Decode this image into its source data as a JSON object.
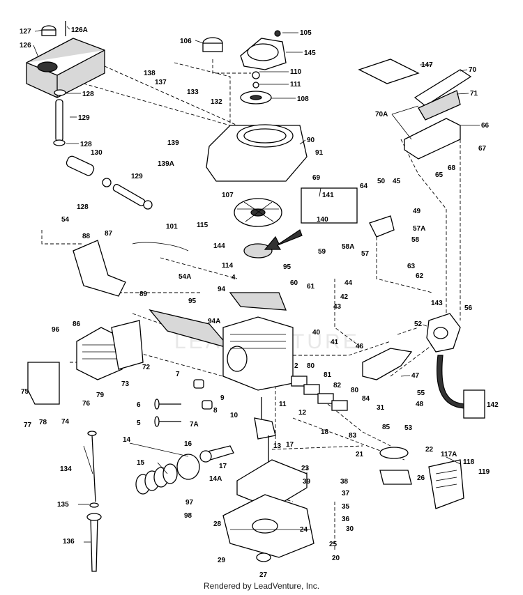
{
  "footer": "Rendered by LeadVenture, Inc.",
  "watermark": "LEADVENTURE",
  "labels": [
    "127",
    "126A",
    "126",
    "128",
    "129",
    "128",
    "130",
    "129",
    "128",
    "54",
    "88",
    "87",
    "101",
    "115",
    "144",
    "89",
    "96",
    "86",
    "72",
    "73",
    "76",
    "79",
    "74",
    "77",
    "78",
    "75",
    "106",
    "105",
    "145",
    "138",
    "137",
    "110",
    "111",
    "108",
    "133",
    "132",
    "139",
    "139A",
    "90",
    "91",
    "107",
    "69",
    "141",
    "140",
    "114",
    "4",
    "95",
    "54A",
    "94",
    "95",
    "94A",
    "60",
    "61",
    "44",
    "42",
    "43",
    "59",
    "40",
    "41",
    "7",
    "9",
    "8",
    "6",
    "5",
    "7A",
    "10",
    "11",
    "12",
    "2",
    "80",
    "81",
    "82",
    "80",
    "84",
    "83",
    "85",
    "18",
    "13",
    "17",
    "14",
    "16",
    "15",
    "17",
    "14A",
    "97",
    "98",
    "134",
    "135",
    "136",
    "28",
    "23",
    "39",
    "38",
    "37",
    "35",
    "36",
    "30",
    "24",
    "29",
    "27",
    "25",
    "20",
    "21",
    "22",
    "26",
    "117A",
    "118",
    "119",
    "147",
    "70",
    "71",
    "70A",
    "66",
    "67",
    "68",
    "65",
    "64",
    "50",
    "45",
    "49",
    "57A",
    "58A",
    "57",
    "58",
    "63",
    "62",
    "143",
    "56",
    "52",
    "46",
    "47",
    "31",
    "55",
    "48",
    "53",
    "142"
  ]
}
